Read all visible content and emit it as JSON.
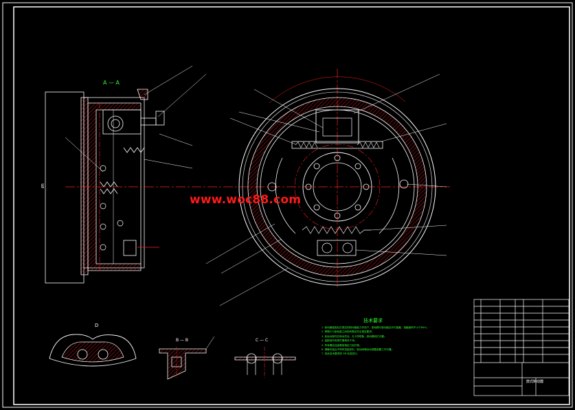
{
  "watermark": "www.woc88.com",
  "views": {
    "section_aa": "A — A",
    "view_d": "D",
    "section_bb": "B — B",
    "section_cc": "C — C",
    "dim_left": "Ø5"
  },
  "notes": {
    "title": "技术要求",
    "lines": [
      "1. 制动器装配后在规定的制动踏板力作用下，制动蹄与制动鼓应均匀接触，接触面积不小于80%；",
      "2. 摩擦片与制动鼓之间的间隙应符合规定要求；",
      "3. 各运动部件应转动灵活，无卡滞现象，制动蹄回位可靠；",
      "4. 装配前所有零件需清洗干净；",
      "5. 所有螺纹连接需按规定力矩拧紧；",
      "6. 弹簧安装后不得有扭曲变形，制动间隙自动调整装置工作可靠；",
      "7. 其余技术要求按 GB 标准执行。"
    ]
  },
  "title_block": {
    "name": "鼓式制动器"
  },
  "colors": {
    "background": "#000000",
    "lines": "#ffffff",
    "center": "#ff2020",
    "hatch": "#ff2020",
    "notes": "#2dff2d",
    "leader": "#ffffff"
  }
}
